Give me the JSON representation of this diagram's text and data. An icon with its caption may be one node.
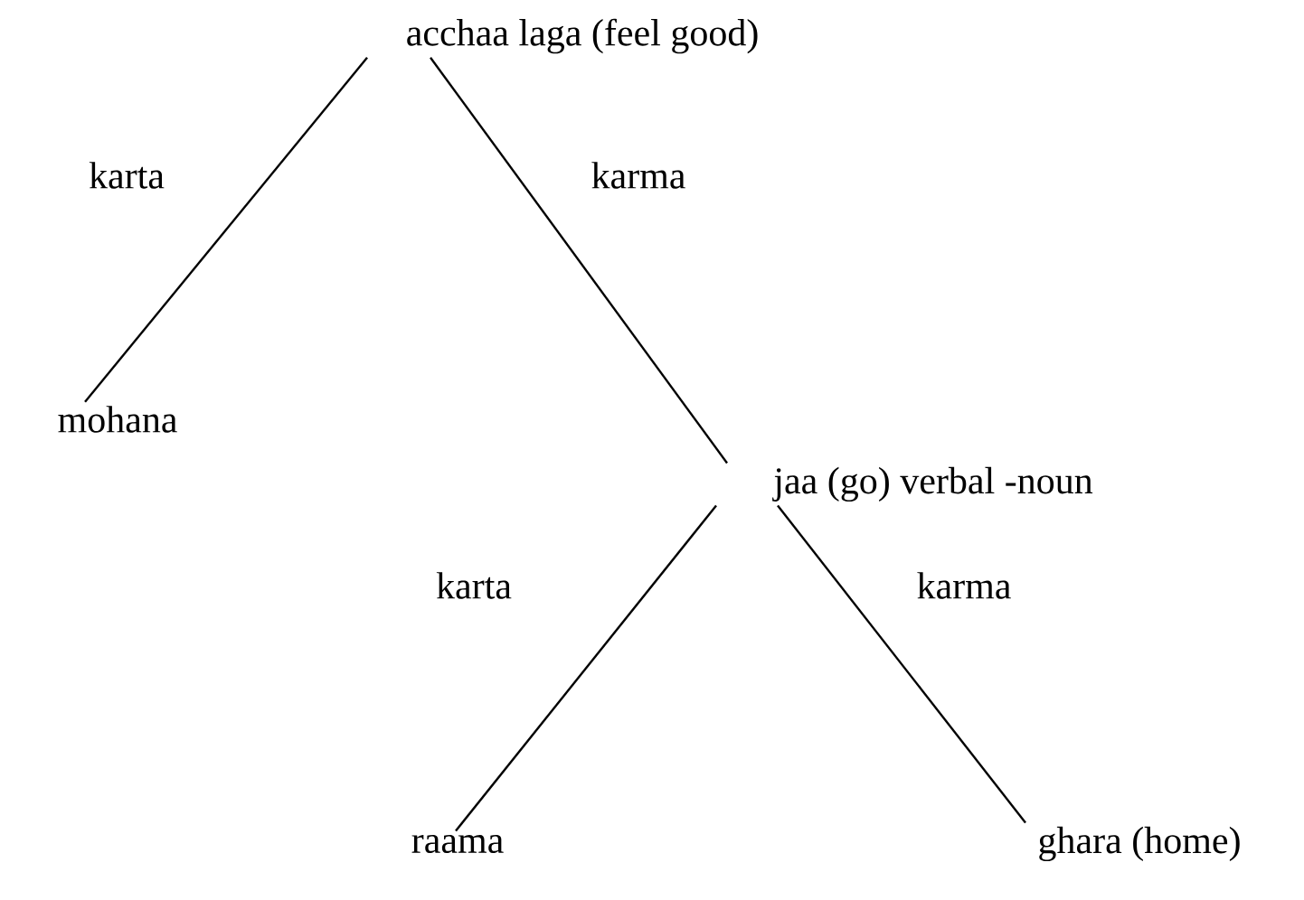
{
  "diagram": {
    "nodes": [
      {
        "text": [
          "acchaa laga (feel good)"
        ]
      },
      {
        "text": [
          "mohana"
        ]
      },
      {
        "text": [
          "jaa (go) verbal -noun"
        ]
      },
      {
        "text": [
          "raama"
        ]
      },
      {
        "text": [
          "ghara (home)"
        ]
      }
    ],
    "edges": [
      {
        "from": 0,
        "to": 1,
        "arrow": "none",
        "label": "karta"
      },
      {
        "from": 0,
        "to": 2,
        "arrow": "none",
        "label": "karma"
      },
      {
        "from": 2,
        "to": 3,
        "arrow": "none",
        "label": "karta"
      },
      {
        "from": 2,
        "to": 4,
        "arrow": "none",
        "label": "karma"
      }
    ]
  }
}
